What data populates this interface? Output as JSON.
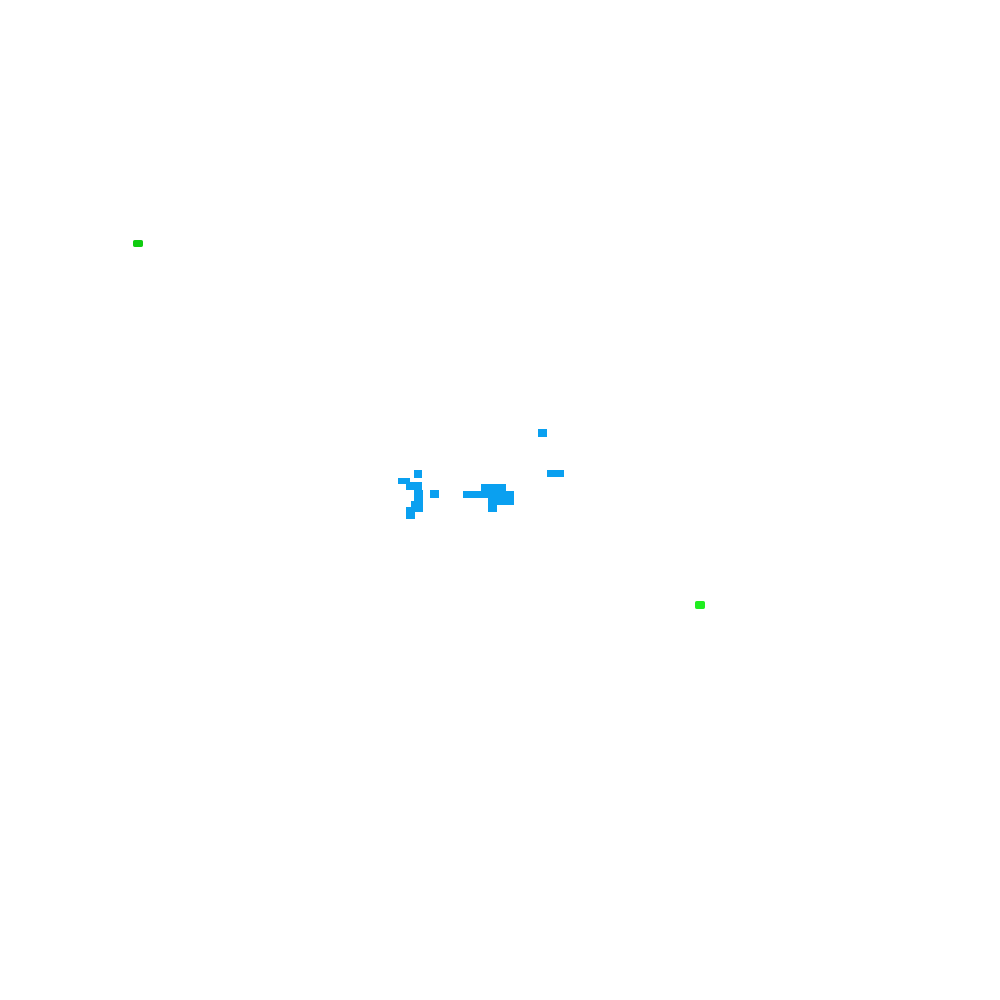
{
  "colors": {
    "background": "#ffffff",
    "water": "#0aa0f0",
    "marker_primary": "#10cc10",
    "marker_secondary": "#20ee20"
  },
  "icons": {
    "start_marker": "start-marker-icon",
    "end_marker": "end-marker-icon"
  },
  "regions": [
    {
      "name": "water-cell-a",
      "color_key": "water"
    },
    {
      "name": "water-cell-b",
      "color_key": "water"
    },
    {
      "name": "water-cell-c",
      "color_key": "water"
    },
    {
      "name": "water-cell-d",
      "color_key": "water"
    },
    {
      "name": "water-cell-e",
      "color_key": "water"
    },
    {
      "name": "water-cell-f",
      "color_key": "water"
    },
    {
      "name": "water-cell-g",
      "color_key": "water"
    },
    {
      "name": "water-cell-h",
      "color_key": "water"
    },
    {
      "name": "water-cell-i",
      "color_key": "water"
    },
    {
      "name": "water-cell-j",
      "color_key": "water"
    },
    {
      "name": "water-cell-k",
      "color_key": "water"
    },
    {
      "name": "water-cell-l",
      "color_key": "water"
    },
    {
      "name": "water-cell-m",
      "color_key": "water"
    },
    {
      "name": "water-cell-n",
      "color_key": "water"
    },
    {
      "name": "water-cell-o",
      "color_key": "water"
    },
    {
      "name": "water-cell-p",
      "color_key": "water"
    }
  ],
  "markers": [
    {
      "name": "start-marker-icon",
      "color_key": "marker_primary"
    },
    {
      "name": "end-marker-icon",
      "color_key": "marker_secondary"
    }
  ]
}
